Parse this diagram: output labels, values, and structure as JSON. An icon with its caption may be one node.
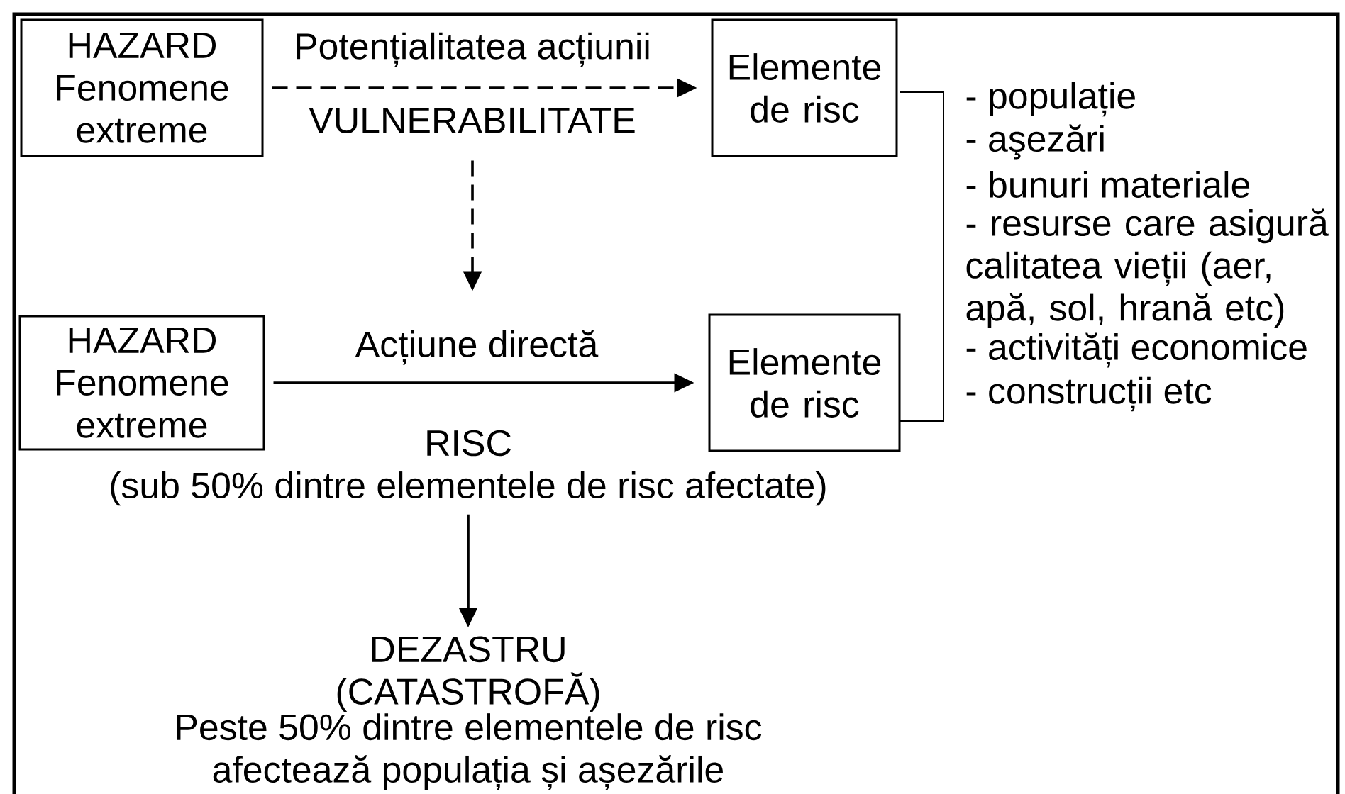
{
  "diagram": {
    "nodes": [
      {
        "text": [
          "HAZARD",
          "Fenomene extreme"
        ]
      },
      {
        "text": [
          "Elemente de risc"
        ]
      },
      {
        "text": [
          "VULNERABILITATE"
        ]
      },
      {
        "text": [
          "HAZARD",
          "Fenomene extreme"
        ]
      },
      {
        "text": [
          "Elemente de risc"
        ]
      },
      {
        "text": [
          "RISC",
          "(sub 50% dintre elementele de risc afectate)"
        ]
      },
      {
        "text": [
          "DEZASTRU (CATASTROFĂ)",
          "Peste 50% dintre elementele de risc afectează populația și așezările"
        ]
      }
    ],
    "edges": [
      {
        "from": 0,
        "to": 1,
        "arrow": "to",
        "label": "Potențialitatea acțiunii",
        "style": "dashed"
      },
      {
        "from": 2,
        "to": null,
        "arrow": "to",
        "style": "dashed"
      },
      {
        "from": 3,
        "to": 4,
        "arrow": "to",
        "label": "Acțiune directă"
      },
      {
        "from": 5,
        "to": 6,
        "arrow": "to"
      }
    ],
    "labels": [
      "- populație",
      "- aşezări",
      "- bunuri materiale",
      "- resurse care asigură calitatea vieții (aer, apă, sol, hrană etc)",
      "- activități economice",
      "- construcții etc"
    ]
  }
}
